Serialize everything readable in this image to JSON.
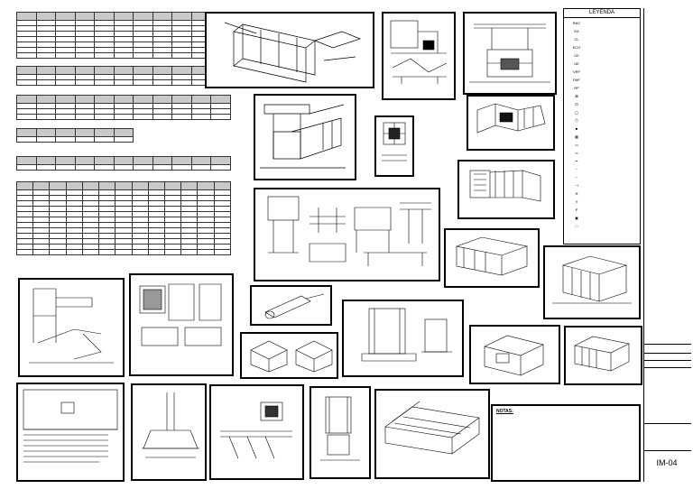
{
  "sheet": {
    "sheet_number": "IM-04"
  },
  "legend": {
    "title": "LEYENDA",
    "items": [
      {
        "symbol": "RAC",
        "text": ""
      },
      {
        "symbol": "EA",
        "text": ""
      },
      {
        "symbol": "CL",
        "text": ""
      },
      {
        "symbol": "ECO",
        "text": ""
      },
      {
        "symbol": "CE",
        "text": ""
      },
      {
        "symbol": "UE",
        "text": ""
      },
      {
        "symbol": "VRF",
        "text": ""
      },
      {
        "symbol": "PAP",
        "text": ""
      },
      {
        "symbol": "RP",
        "text": ""
      },
      {
        "symbol": "⊠",
        "text": ""
      },
      {
        "symbol": "⊡",
        "text": ""
      },
      {
        "symbol": "◯",
        "text": ""
      },
      {
        "symbol": "Ⓣ",
        "text": ""
      },
      {
        "symbol": "■",
        "text": ""
      },
      {
        "symbol": "▦",
        "text": ""
      },
      {
        "symbol": "▭",
        "text": ""
      },
      {
        "symbol": "═",
        "text": ""
      },
      {
        "symbol": "━",
        "text": ""
      },
      {
        "symbol": "┄",
        "text": ""
      },
      {
        "symbol": "╌",
        "text": ""
      },
      {
        "symbol": "⊣",
        "text": ""
      },
      {
        "symbol": "≋",
        "text": ""
      },
      {
        "symbol": "⏚",
        "text": ""
      },
      {
        "symbol": "Ρ",
        "text": ""
      },
      {
        "symbol": "▣",
        "text": ""
      },
      {
        "symbol": "□",
        "text": ""
      }
    ]
  },
  "notes": {
    "title": "NOTAS:"
  }
}
